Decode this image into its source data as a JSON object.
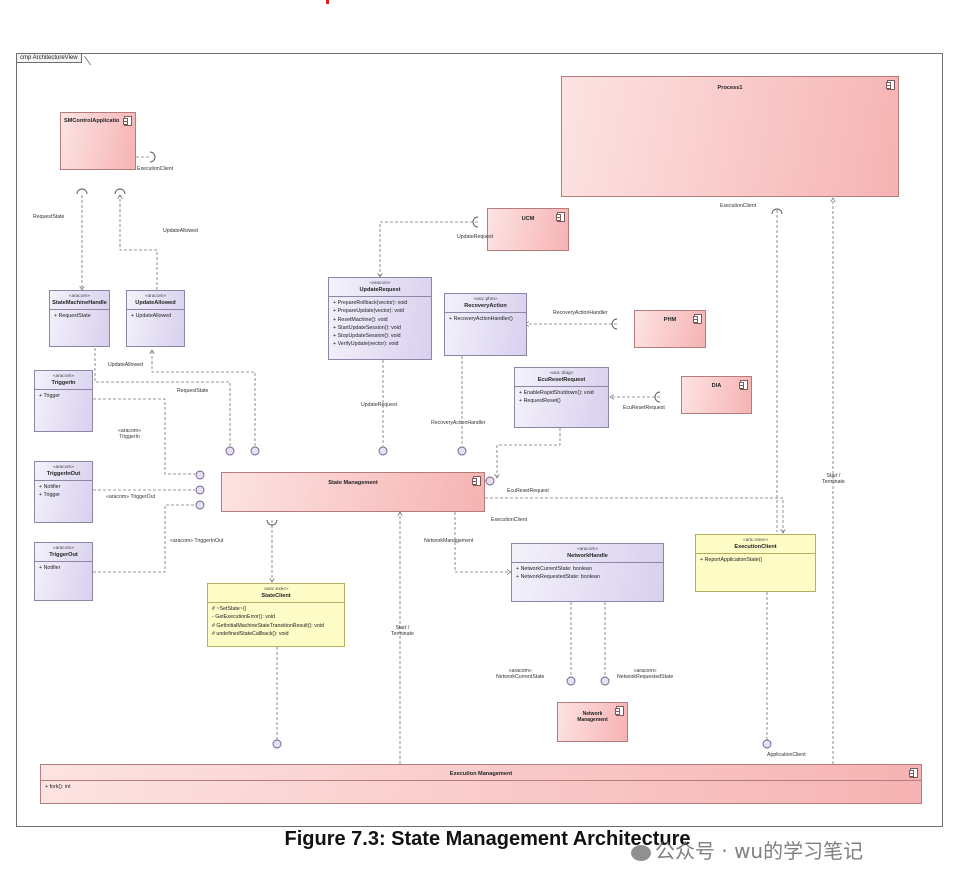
{
  "frame_label": "cmp ArchitectureView",
  "figure_caption": "Figure 7.3: State Management Architecture",
  "watermark": "公众号 · wu的学习笔记",
  "components": {
    "sm_control_app": "SMControlApplicatio",
    "process1": "Process1",
    "ucm": "UCM",
    "phm": "PHM",
    "dia": "DIA",
    "state_management": "State Management",
    "network_management": "Network Management",
    "execution_management": "Execution Management"
  },
  "interfaces": {
    "state_machine_handle": {
      "stereotype": "«aracom»",
      "name": "StateMachineHandle",
      "items": [
        "+   RequestState"
      ]
    },
    "update_allowed": {
      "stereotype": "«aracom»",
      "name": "UpdateAllowed",
      "items": [
        "+   UpdateAllowed"
      ]
    },
    "update_request": {
      "stereotype": "«aracom»",
      "name": "UpdateRequest",
      "items": [
        "+   PrepareRollback(vector): void",
        "+   PrepareUpdate(vector): void",
        "+   ResetMachine(): void",
        "+   StartUpdateSession(): void",
        "+   StopUpdateSession(): void",
        "+   VerifyUpdate(vector): void"
      ]
    },
    "recovery_action": {
      "stereotype": "«ara::phm»",
      "name": "RecoveryAction",
      "items": [
        "+   RecoveryActionHandler()"
      ]
    },
    "ecu_reset_request": {
      "stereotype": "«ara::diag»",
      "name": "EcuResetRequest",
      "items": [
        "+   EnableRapidShutdown(): void",
        "+   RequestReset()"
      ]
    },
    "trigger_in": {
      "stereotype": "«aracom»",
      "name": "TriggerIn",
      "items": [
        "+   Trigger"
      ]
    },
    "trigger_in_out": {
      "stereotype": "«aracom»",
      "name": "TriggerInOut",
      "items": [
        "+   Notifier",
        "+   Trigger"
      ]
    },
    "trigger_out": {
      "stereotype": "«aracom»",
      "name": "TriggerOut",
      "items": [
        "+   Notifier"
      ]
    },
    "network_handle": {
      "stereotype": "«aracom»",
      "name": "NetworkHandle",
      "items": [
        "+   NetworkCurrentState: boolean",
        "+   NetworkRequestedState: boolean"
      ]
    },
    "state_client": {
      "stereotype": "«ara::exec»",
      "name": "StateClient",
      "items": [
        "#   ~SetState~()",
        "-   GetExecutionError(): void",
        "#   GetInitialMachineStateTransitionResult(): void",
        "#   undefinedStateCallback(): void"
      ]
    },
    "execution_client": {
      "stereotype": "«ara::exec»",
      "name": "ExecutionClient",
      "items": [
        "+   ReportApplicationState()"
      ]
    },
    "execution_management_ops": {
      "items": [
        "+   fork(): int"
      ]
    }
  },
  "connector_labels": {
    "execution_client_sm": "ExecutionClient",
    "request_state": "RequestState",
    "update_allowed_up": "UpdateAllowed",
    "update_request_ucm": "UpdateRequest",
    "update_allowed_low": "UpdateAllowed",
    "request_state_low": "RequestState",
    "aracom_trigger_in": "«aracom»\nTriggerIn",
    "aracom_trigger_out": "«aracom» TriggerOut",
    "aracom_trigger_inout": "«aracom» TriggerInOut",
    "update_request_low": "UpdateRequest",
    "recovery_action_handler": "RecoveryActionHandler",
    "recovery_action_handler_low": "RecoveryActionHandler",
    "ecu_reset_request": "EcuResetRequest",
    "ecu_reset_request_low": "EcuResetRequest",
    "execution_client_p1": "ExecutionClient",
    "execution_client_low": "ExecutionClient",
    "network_management": "NetworkManagement",
    "start_terminate_right": "Start /\nTerminate",
    "start_terminate_mid": "Start /\nTerminate",
    "aracom_network_current": "«aracom»\nNetworkCurrentState",
    "aracom_network_requested": "«aracom»\nNetworkRequestedState",
    "application_client": "ApplicationClient"
  }
}
